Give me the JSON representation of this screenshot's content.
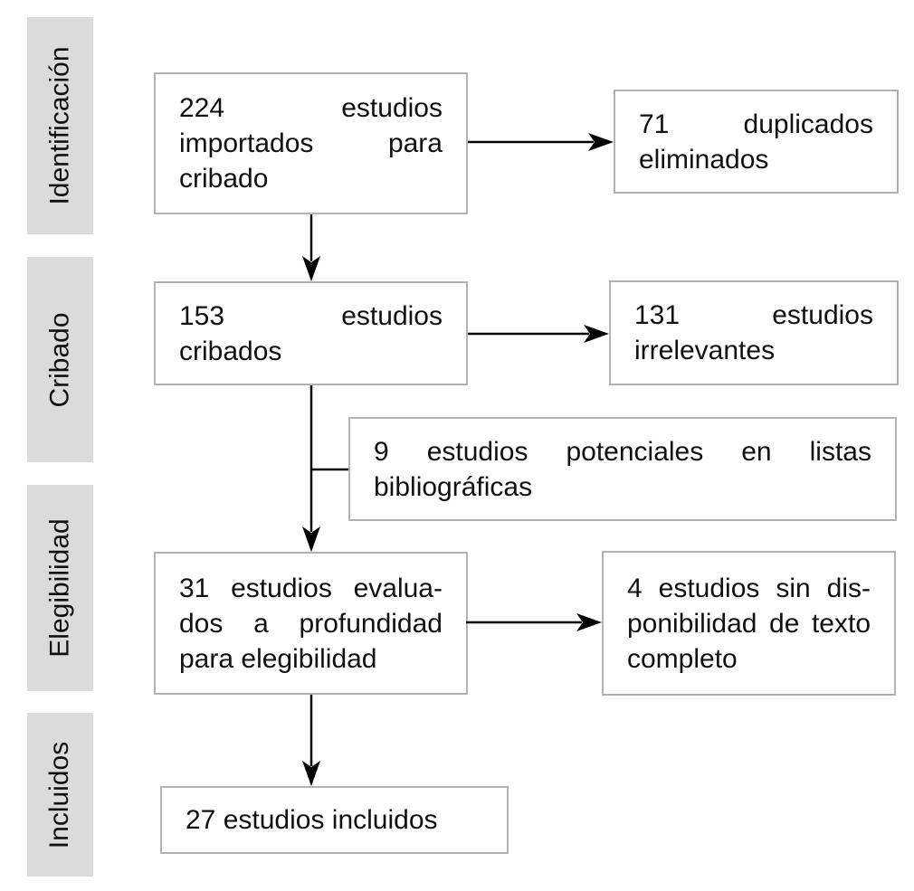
{
  "stages": [
    {
      "label": "Identificación"
    },
    {
      "label": "Cribado"
    },
    {
      "label": "Elegibilidad"
    },
    {
      "label": "Incluidos"
    }
  ],
  "nodes": {
    "imported": "224 estudios importados para cribado",
    "duplicates_removed": "71 duplicados eliminados",
    "screened": "153 estudios cribados",
    "irrelevant": "131 estudios irrelevantes",
    "reference_lists": "9 estudios potenciales en listas bibliográficas",
    "assessed": "31 estudios evalua­dos a profundidad para elegibilidad",
    "no_fulltext": "4 estudios sin dis­ponibilidad de texto completo",
    "included": "27 estudios incluidos"
  },
  "colors": {
    "stage_fill": "#dbdbdb",
    "node_border": "#b2b2b2",
    "arrow": "#000000",
    "text": "#111111"
  }
}
